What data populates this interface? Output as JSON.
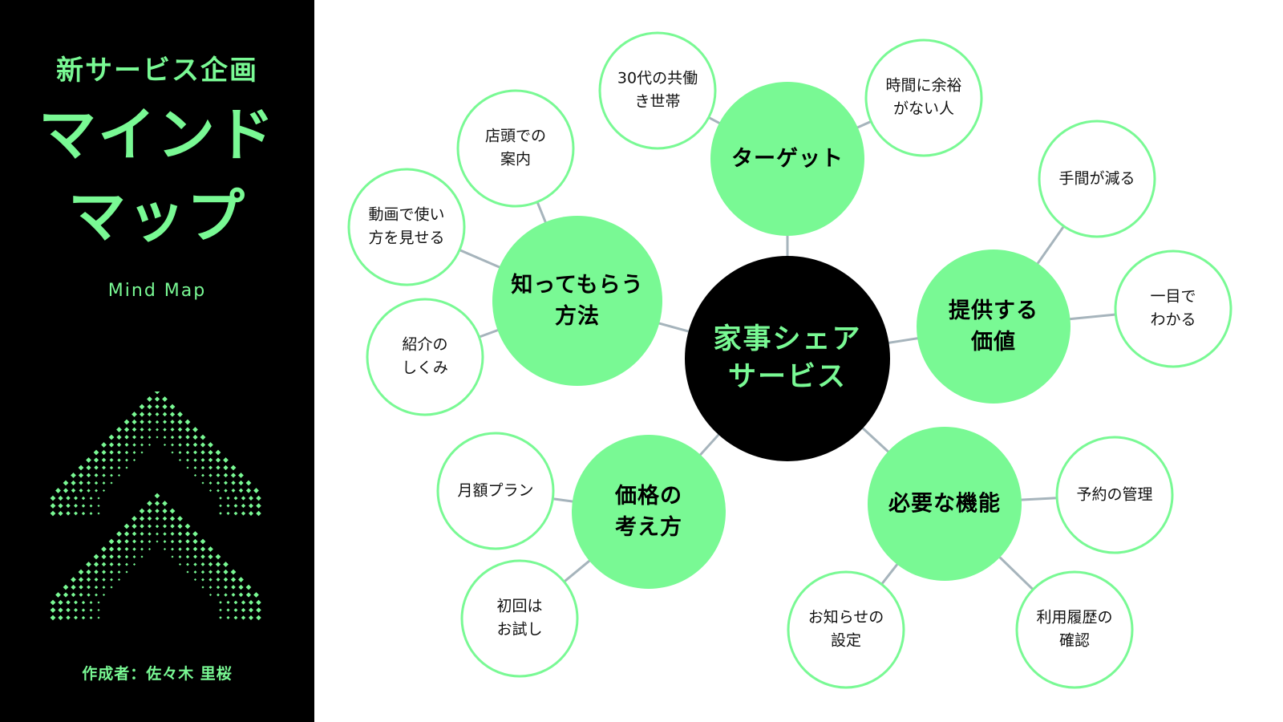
{
  "theme": {
    "accent": "#79f994",
    "dark": "#000000",
    "line": "#a6b4bc",
    "background": "#ffffff"
  },
  "sidebar": {
    "subtitle": "新サービス企画",
    "title_line1": "マインド",
    "title_line2": "マップ",
    "subtitle_en": "Mind Map",
    "author": "作成者：佐々木 里桜"
  },
  "mindmap": {
    "center": "家事シェア\nサービス",
    "branches": [
      {
        "label": "ターゲット",
        "children": [
          "30代の共働\nき世帯",
          "時間に余裕\nがない人"
        ]
      },
      {
        "label": "提供する\n価値",
        "children": [
          "手間が減る",
          "一目で\nわかる"
        ]
      },
      {
        "label": "必要な機能",
        "children": [
          "予約の管理",
          "利用履歴の\n確認",
          "お知らせの\n設定"
        ]
      },
      {
        "label": "価格の\n考え方",
        "children": [
          "月額プラン",
          "初回は\nお試し"
        ]
      },
      {
        "label": "知ってもらう\n方法",
        "children": [
          "店頭での\n案内",
          "動画で使い\n方を見せる",
          "紹介の\nしくみ"
        ]
      }
    ]
  }
}
